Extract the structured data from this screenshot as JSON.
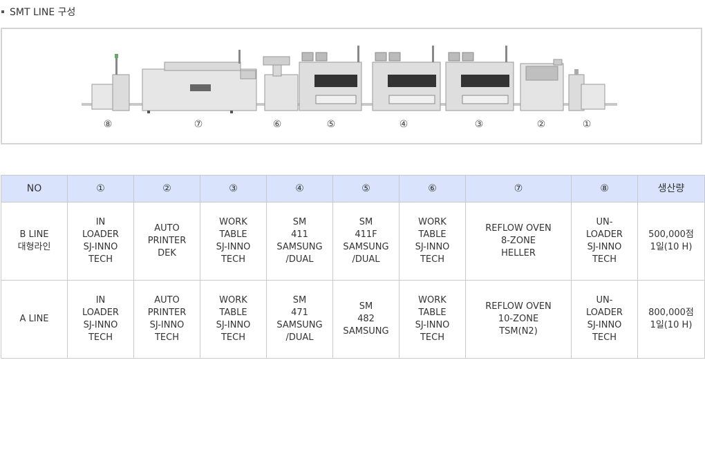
{
  "section_title": "SMT LINE 구성",
  "diagram_numbers": [
    "⑧",
    "⑦",
    "⑥",
    "⑤",
    "④",
    "③",
    "②",
    "①"
  ],
  "table": {
    "headers": [
      "NO",
      "①",
      "②",
      "③",
      "④",
      "⑤",
      "⑥",
      "⑦",
      "⑧",
      "생산량"
    ],
    "rows": [
      {
        "no": "B LINE\n대형라인",
        "cells": [
          "IN\nLOADER\nSJ-INNO\nTECH",
          "AUTO\nPRINTER\nDEK",
          "WORK\nTABLE\nSJ-INNO\nTECH",
          "SM\n411\nSAMSUNG\n/DUAL",
          "SM\n411F\nSAMSUNG\n/DUAL",
          "WORK\nTABLE\nSJ-INNO\nTECH",
          "REFLOW OVEN\n8-ZONE\nHELLER",
          "UN-\nLOADER\nSJ-INNO\nTECH"
        ],
        "output": "500,000점\n1일(10 H)"
      },
      {
        "no": "A LINE",
        "cells": [
          "IN\nLOADER\nSJ-INNO\nTECH",
          "AUTO\nPRINTER\nSJ-INNO\nTECH",
          "WORK\nTABLE\nSJ-INNO\nTECH",
          "SM\n471\nSAMSUNG\n/DUAL",
          "SM\n482\nSAMSUNG",
          "WORK\nTABLE\nSJ-INNO\nTECH",
          "REFLOW OVEN\n10-ZONE\nTSM(N2)",
          "UN-\nLOADER\nSJ-INNO\nTECH"
        ],
        "output": "800,000점\n1일(10 H)"
      }
    ]
  },
  "colors": {
    "header_bg": "#d9e3fb",
    "border": "#c9c9c9",
    "frame": "#d4d4d4"
  }
}
